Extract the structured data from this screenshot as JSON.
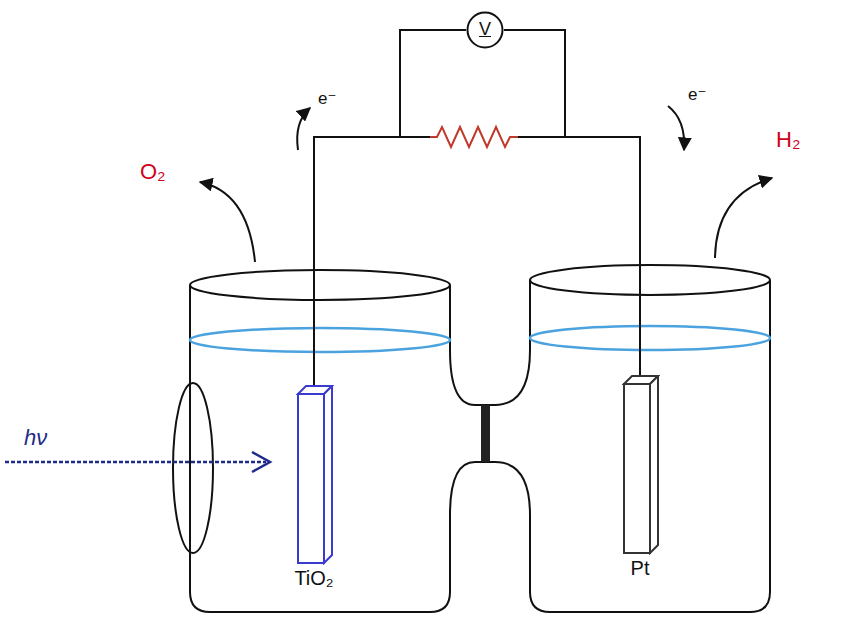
{
  "diagram": {
    "nodes": [
      {
        "text": [
          "V"
        ]
      },
      {
        "text": [
          "TiO₂"
        ]
      },
      {
        "text": [
          "Pt"
        ]
      }
    ],
    "edges": [
      {
        "from": 1,
        "to": 2,
        "arrow": "none"
      }
    ],
    "labels": [
      "O₂",
      "H₂",
      "hν",
      "e⁻",
      "e⁻"
    ]
  }
}
